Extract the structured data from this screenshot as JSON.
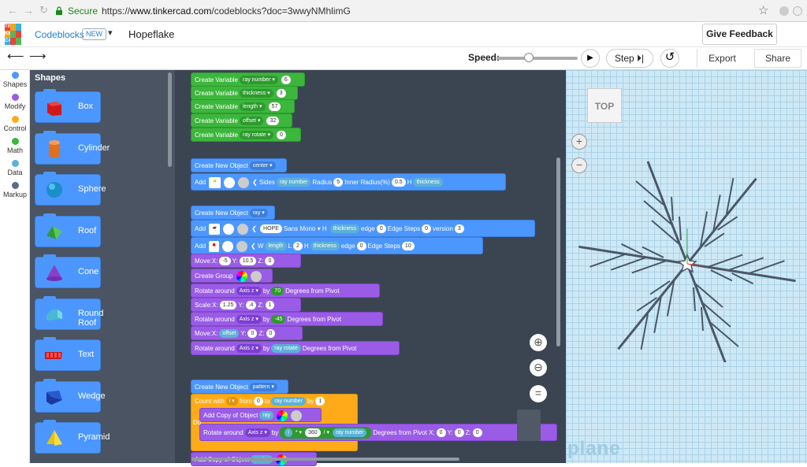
{
  "browser": {
    "secure": "Secure",
    "url_prefix": "https://",
    "url_host": "www.tinkercad.com",
    "url_path": "/codeblocks?doc=3wwyNMhlimG"
  },
  "app": {
    "logo_letters": [
      "TIN",
      "KER",
      "CAD"
    ],
    "section": "Codeblocks",
    "badge": "NEW",
    "document_name": "Hopeflake",
    "feedback": "Give Feedback"
  },
  "toolbar": {
    "speed_label": "Speed:",
    "speed_value": 0.4,
    "step": "Step",
    "export": "Export",
    "share": "Share"
  },
  "categories": [
    {
      "label": "Shapes",
      "color": "#4c97ff"
    },
    {
      "label": "Modify",
      "color": "#9a5ce6"
    },
    {
      "label": "Control",
      "color": "#ffab19"
    },
    {
      "label": "Math",
      "color": "#3cb63c"
    },
    {
      "label": "Data",
      "color": "#5cb1d6"
    },
    {
      "label": "Markup",
      "color": "#5b6b8a"
    }
  ],
  "flyout": {
    "title": "Shapes",
    "items": [
      "Box",
      "Cylinder",
      "Sphere",
      "Roof",
      "Cone",
      "Round Roof",
      "Text",
      "Wedge",
      "Pyramid"
    ]
  },
  "blocks": {
    "cv": "Create Variable",
    "var1": "ray number",
    "val1": "6",
    "var2": "thickness",
    "val2": "3",
    "var3": "length",
    "val3": "57",
    "var4": "offset",
    "val4": "32",
    "var5": "ray rotate",
    "val5": "0",
    "cno": "Create New Object",
    "obj1": "center",
    "obj2": "ray",
    "obj3": "pattern",
    "add": "Add",
    "sides": "Sides",
    "radius": "Radius",
    "r5": "5",
    "inner": "Inner Radius(%)",
    "inner_v": "0.5",
    "h": "H",
    "hope": "HOPE",
    "font": "Sans Mono",
    "edge": "edge",
    "zero": "0",
    "edge_steps": "Edge Steps",
    "version": "version",
    "three": "3",
    "w": "W",
    "l": "L",
    "two": "2",
    "ten": "10",
    "move": "Move:",
    "x": "X:",
    "y": "Y:",
    "z": "Z:",
    "mx": "-5",
    "my": "10.5",
    "group": "Create Group",
    "rotate": "Rotate around",
    "axis_z": "Axis z",
    "by": "by",
    "deg": "Degrees",
    "from_pivot": "from Pivot",
    "r70": "70",
    "r45": "-45",
    "scale": "Scale:",
    "sx": "1.25",
    "sy": ".4",
    "one": "1",
    "count": "Count with",
    "i": "i",
    "from": "from",
    "to": "to",
    "do": "Do",
    "add_copy": "Add Copy of Object",
    "times": "*",
    "v360": "360",
    "div": "/"
  },
  "viewport": {
    "viewcube": "TOP",
    "plane_text": "plane",
    "plus": "+",
    "minus": "−"
  }
}
